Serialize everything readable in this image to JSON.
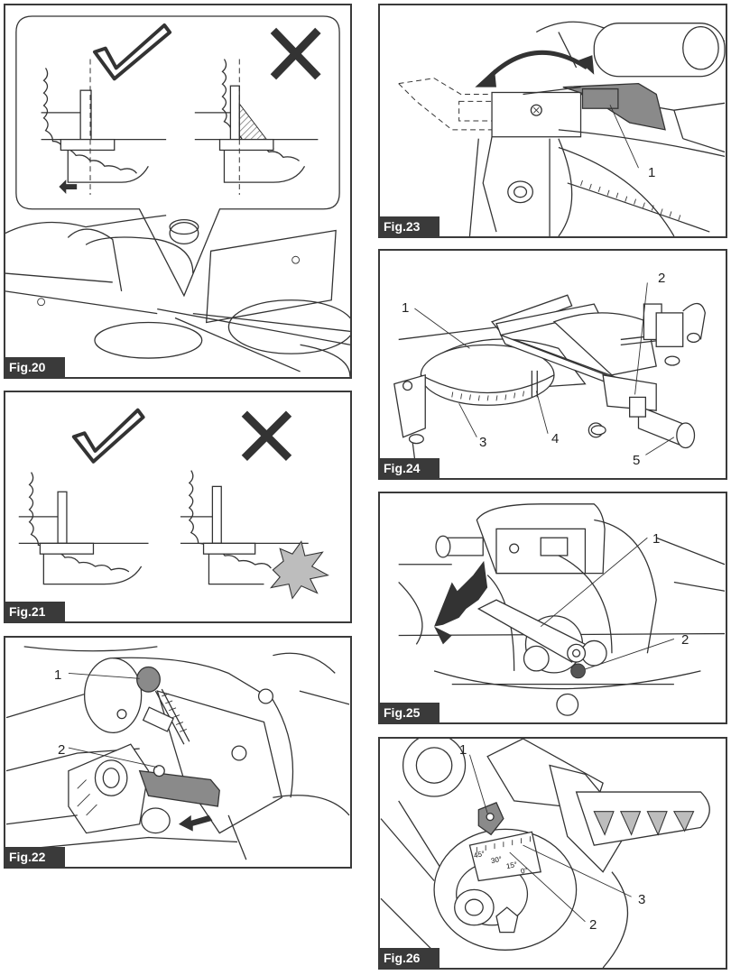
{
  "figures": [
    {
      "id": "fig20",
      "label": "Fig.20",
      "callouts": []
    },
    {
      "id": "fig21",
      "label": "Fig.21",
      "callouts": []
    },
    {
      "id": "fig22",
      "label": "Fig.22",
      "callouts": [
        "1",
        "2"
      ]
    },
    {
      "id": "fig23",
      "label": "Fig.23",
      "callouts": [
        "1"
      ]
    },
    {
      "id": "fig24",
      "label": "Fig.24",
      "callouts": [
        "1",
        "2",
        "3",
        "4",
        "5"
      ]
    },
    {
      "id": "fig25",
      "label": "Fig.25",
      "callouts": [
        "1",
        "2"
      ]
    },
    {
      "id": "fig26",
      "label": "Fig.26",
      "callouts": [
        "1",
        "2",
        "3"
      ]
    }
  ],
  "fig26_scale": [
    "45°",
    "30°",
    "15°",
    "0°"
  ],
  "colors": {
    "panel_border": "#3a3a3a",
    "label_bg": "#3a3a3a",
    "part_grey": "#8a8a8a"
  },
  "icons": [
    "check-mark-icon",
    "cross-mark-icon"
  ]
}
